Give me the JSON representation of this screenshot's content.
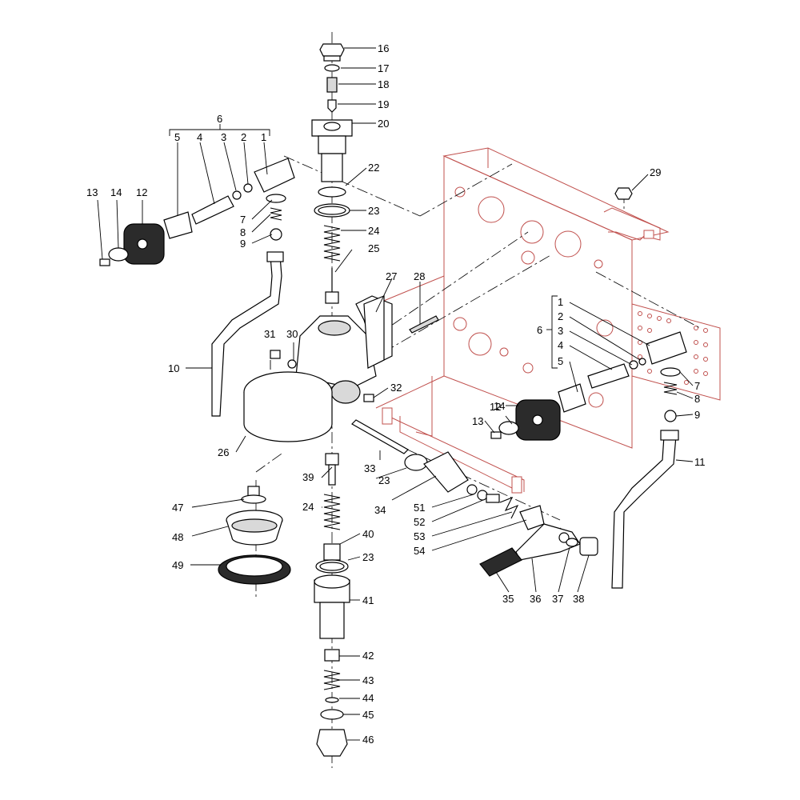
{
  "callouts": {
    "c1a": "1",
    "c2a": "2",
    "c3a": "3",
    "c4a": "4",
    "c5a": "5",
    "c6a": "6",
    "c7a": "7",
    "c8a": "8",
    "c9a": "9",
    "c10": "10",
    "c12a": "12",
    "c13a": "13",
    "c14a": "14",
    "c16": "16",
    "c17": "17",
    "c18": "18",
    "c19": "19",
    "c20": "20",
    "c22": "22",
    "c23a": "23",
    "c24a": "24",
    "c25": "25",
    "c26": "26",
    "c27": "27",
    "c28": "28",
    "c29": "29",
    "c30": "30",
    "c31": "31",
    "c32": "32",
    "c33": "33",
    "c23b": "23",
    "c34": "34",
    "c39": "39",
    "c24b": "24",
    "c40": "40",
    "c23c": "23",
    "c41": "41",
    "c42": "42",
    "c43": "43",
    "c44": "44",
    "c45": "45",
    "c46": "46",
    "c47": "47",
    "c48": "48",
    "c49": "49",
    "c1b": "1",
    "c2b": "2",
    "c3b": "3",
    "c4b": "4",
    "c5b": "5",
    "c6b": "6",
    "c7b": "7",
    "c8b": "8",
    "c9b": "9",
    "c11": "11",
    "c12b": "12",
    "c13b": "13",
    "c14b": "14",
    "c51": "51",
    "c52": "52",
    "c53": "53",
    "c54": "54",
    "c35": "35",
    "c36": "36",
    "c37": "37",
    "c38": "38"
  },
  "colors": {
    "frame": "#c0504d",
    "knob": "#2b2b2b",
    "ink": "#000000"
  }
}
